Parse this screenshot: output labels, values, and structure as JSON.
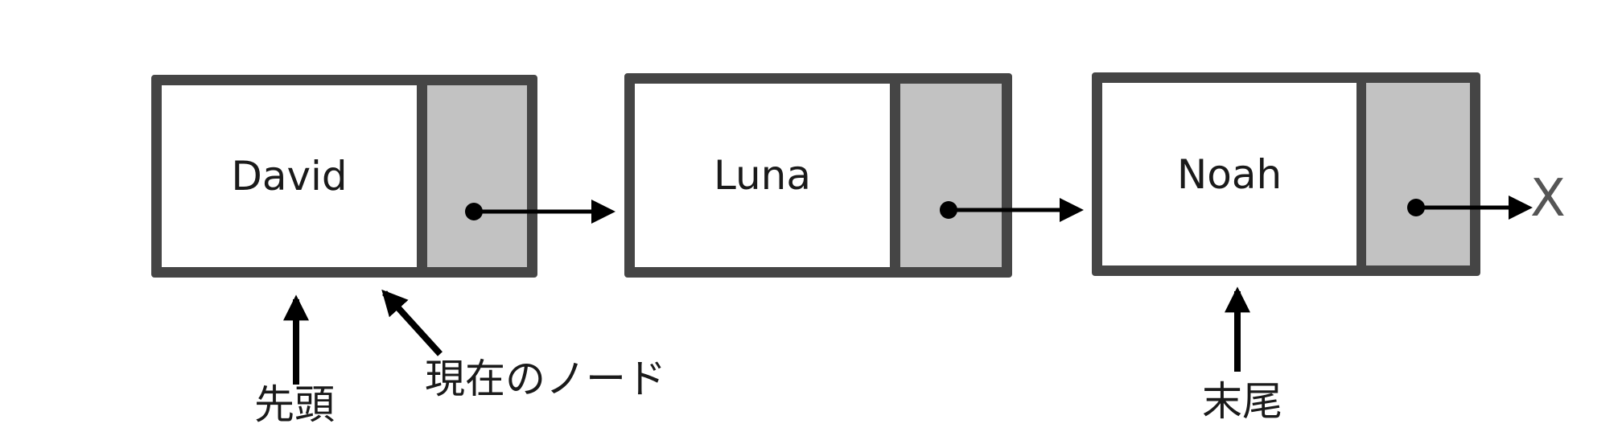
{
  "nodes": [
    {
      "value": "David"
    },
    {
      "value": "Luna"
    },
    {
      "value": "Noah"
    }
  ],
  "null_marker": "X",
  "labels": {
    "head": "先頭",
    "current": "現在のノード",
    "tail": "末尾"
  },
  "colors": {
    "border": "#454545",
    "pointer_fill": "#c2c2c2",
    "arrow": "#000000"
  }
}
